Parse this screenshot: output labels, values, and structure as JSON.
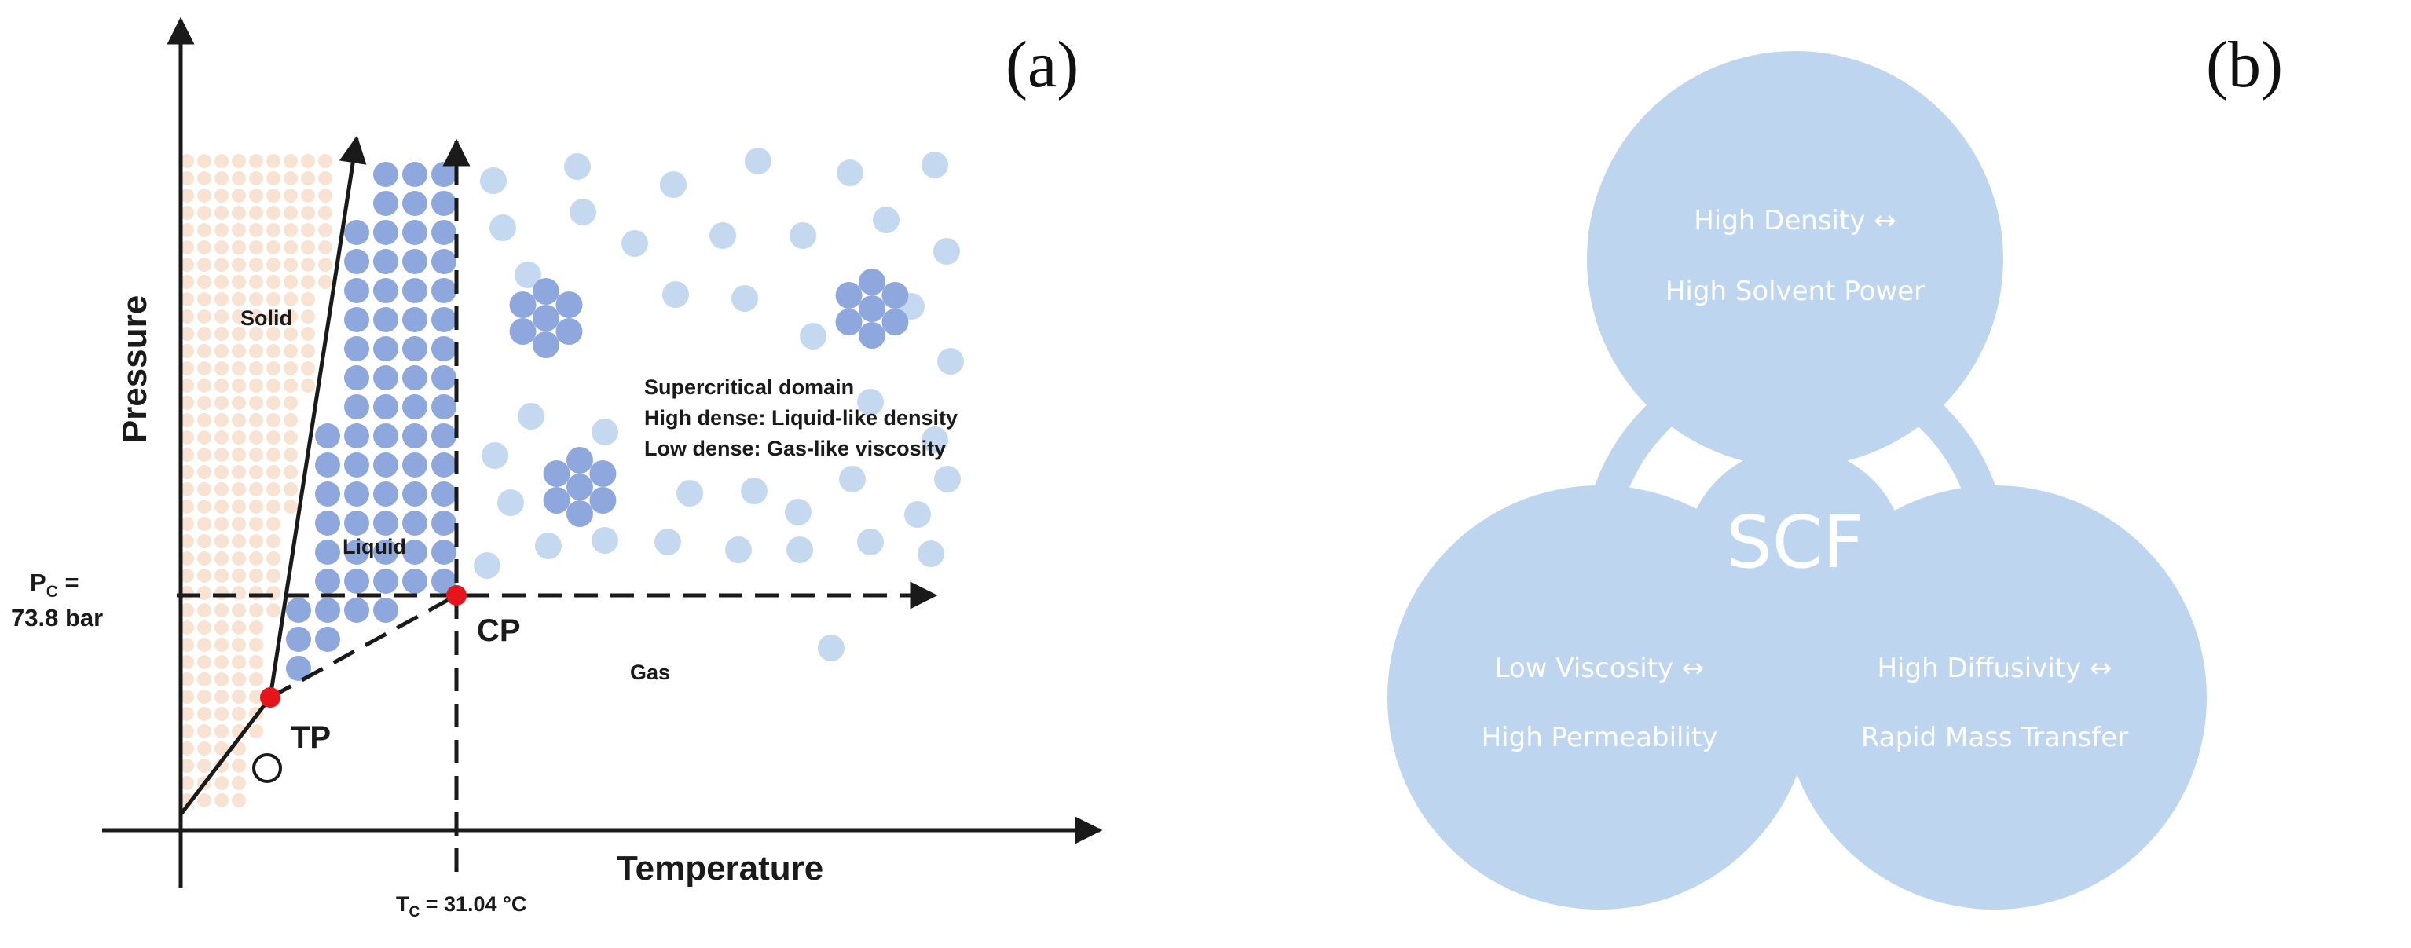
{
  "panel_a": {
    "label": "(a)",
    "axis_y_title": "Pressure",
    "axis_x_title": "Temperature",
    "regions": {
      "solid": "Solid",
      "liquid": "Liquid",
      "gas": "Gas"
    },
    "supercritical": {
      "line1": "Supercritical domain",
      "line2": "High dense: Liquid-like density",
      "line3": "Low dense: Gas-like viscosity"
    },
    "critical_pressure": {
      "symbol_main": "P",
      "symbol_sub": "C",
      "symbol_suffix": " =",
      "value": "73.8 bar"
    },
    "critical_temperature": {
      "symbol_main": "T",
      "symbol_sub": "C",
      "value": " = 31.04 °C"
    },
    "points": {
      "triple": "TP",
      "critical": "CP"
    },
    "colors": {
      "solid_dots": "#f8e3d3",
      "liquid_dots": "#8ea7dc",
      "supercritical_light": "#c4d8f0",
      "supercritical_cluster": "#8ea7dc",
      "point_marker": "#e8141c",
      "axis": "#1a1a1a"
    }
  },
  "panel_b": {
    "label": "(b)",
    "center_label": "SCF",
    "circles": [
      {
        "line1": "High Density ↔",
        "line2": "High Solvent Power"
      },
      {
        "line1": "Low Viscosity ↔",
        "line2": "High Permeability"
      },
      {
        "line1": "High Diffusivity ↔",
        "line2": "Rapid Mass Transfer"
      }
    ],
    "colors": {
      "circle_fill": "#bdd5ee",
      "text": "#ffffff"
    }
  }
}
